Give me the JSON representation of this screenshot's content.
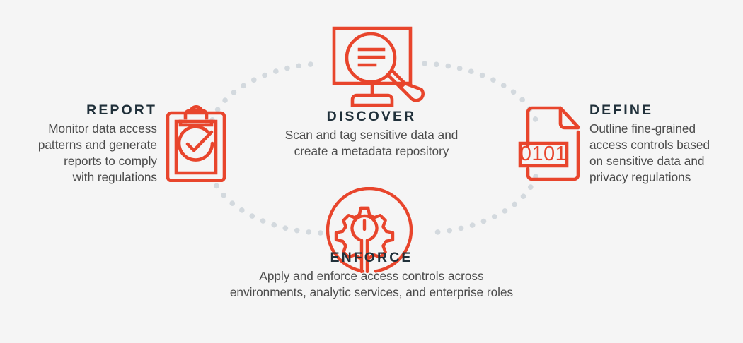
{
  "diagram": {
    "title": "Data security lifecycle cycle diagram",
    "background_color": "#f5f5f5",
    "accent_color": "#e8452c",
    "heading_color": "#20303a",
    "body_color": "#4b4b4b",
    "connector_color": "#d3d9de",
    "connector_style": "dotted-ellipse"
  },
  "nodes": [
    {
      "id": "discover",
      "position": "top",
      "title": "DISCOVER",
      "description": "Scan and tag sensitive data and\ncreate a metadata repository",
      "icon": "monitor-magnifier-icon",
      "text_align": "center"
    },
    {
      "id": "report",
      "position": "left",
      "title": "REPORT",
      "description": "Monitor data access\npatterns and generate\nreports to comply\nwith regulations",
      "icon": "clipboard-check-icon",
      "text_align": "right"
    },
    {
      "id": "define",
      "position": "right",
      "title": "DEFINE",
      "description": "Outline fine-grained\naccess controls based\non sensitive data and\nprivacy regulations",
      "icon": "document-binary-icon",
      "icon_label": "0101",
      "text_align": "left"
    },
    {
      "id": "enforce",
      "position": "bottom",
      "title": "ENFORCE",
      "description": "Apply and enforce access controls across\nenvironments, analytic services, and enterprise roles",
      "icon": "gear-wrench-icon",
      "text_align": "center"
    }
  ]
}
